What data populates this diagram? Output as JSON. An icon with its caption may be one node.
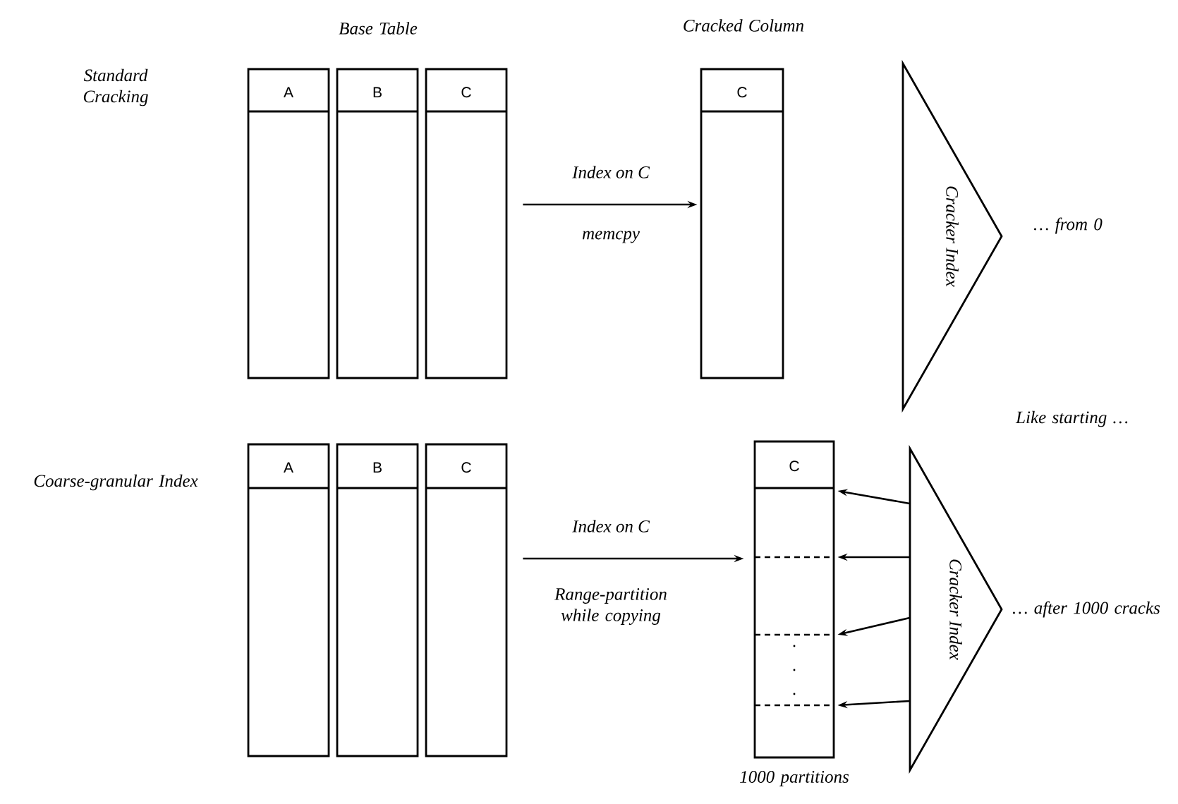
{
  "diagram": {
    "nodes": [
      {
        "text": [
          "A"
        ]
      },
      {
        "text": [
          "B"
        ]
      },
      {
        "text": [
          "C"
        ]
      },
      {
        "text": [
          "C"
        ],
        "beside": [
          "Cracked Column"
        ]
      },
      {
        "text": [
          "Cracker Index"
        ],
        "beside": [
          "… from 0"
        ]
      },
      {
        "text": [
          "A"
        ]
      },
      {
        "text": [
          "B"
        ]
      },
      {
        "text": [
          "C"
        ]
      },
      {
        "text": [
          "C"
        ],
        "beside": [
          "1000 partitions"
        ]
      },
      {
        "text": [
          "Cracker Index"
        ],
        "beside": [
          "… after 1000 cracks"
        ]
      }
    ],
    "edges": [
      {
        "from": 2,
        "to": 3,
        "arrow": "to",
        "label": "Index on C"
      },
      {
        "from": 7,
        "to": 8,
        "arrow": "to",
        "label": "Index on C"
      },
      {
        "from": 9,
        "to": 8,
        "arrow": "to"
      },
      {
        "from": 9,
        "to": 8,
        "arrow": "to"
      },
      {
        "from": 9,
        "to": 8,
        "arrow": "to"
      },
      {
        "from": 9,
        "to": 8,
        "arrow": "to"
      }
    ],
    "labels": [
      "Base Table",
      "Standard Cracking",
      "memcpy",
      "Like starting …",
      "Coarse-granular Index",
      "Range-partition while copying"
    ]
  }
}
